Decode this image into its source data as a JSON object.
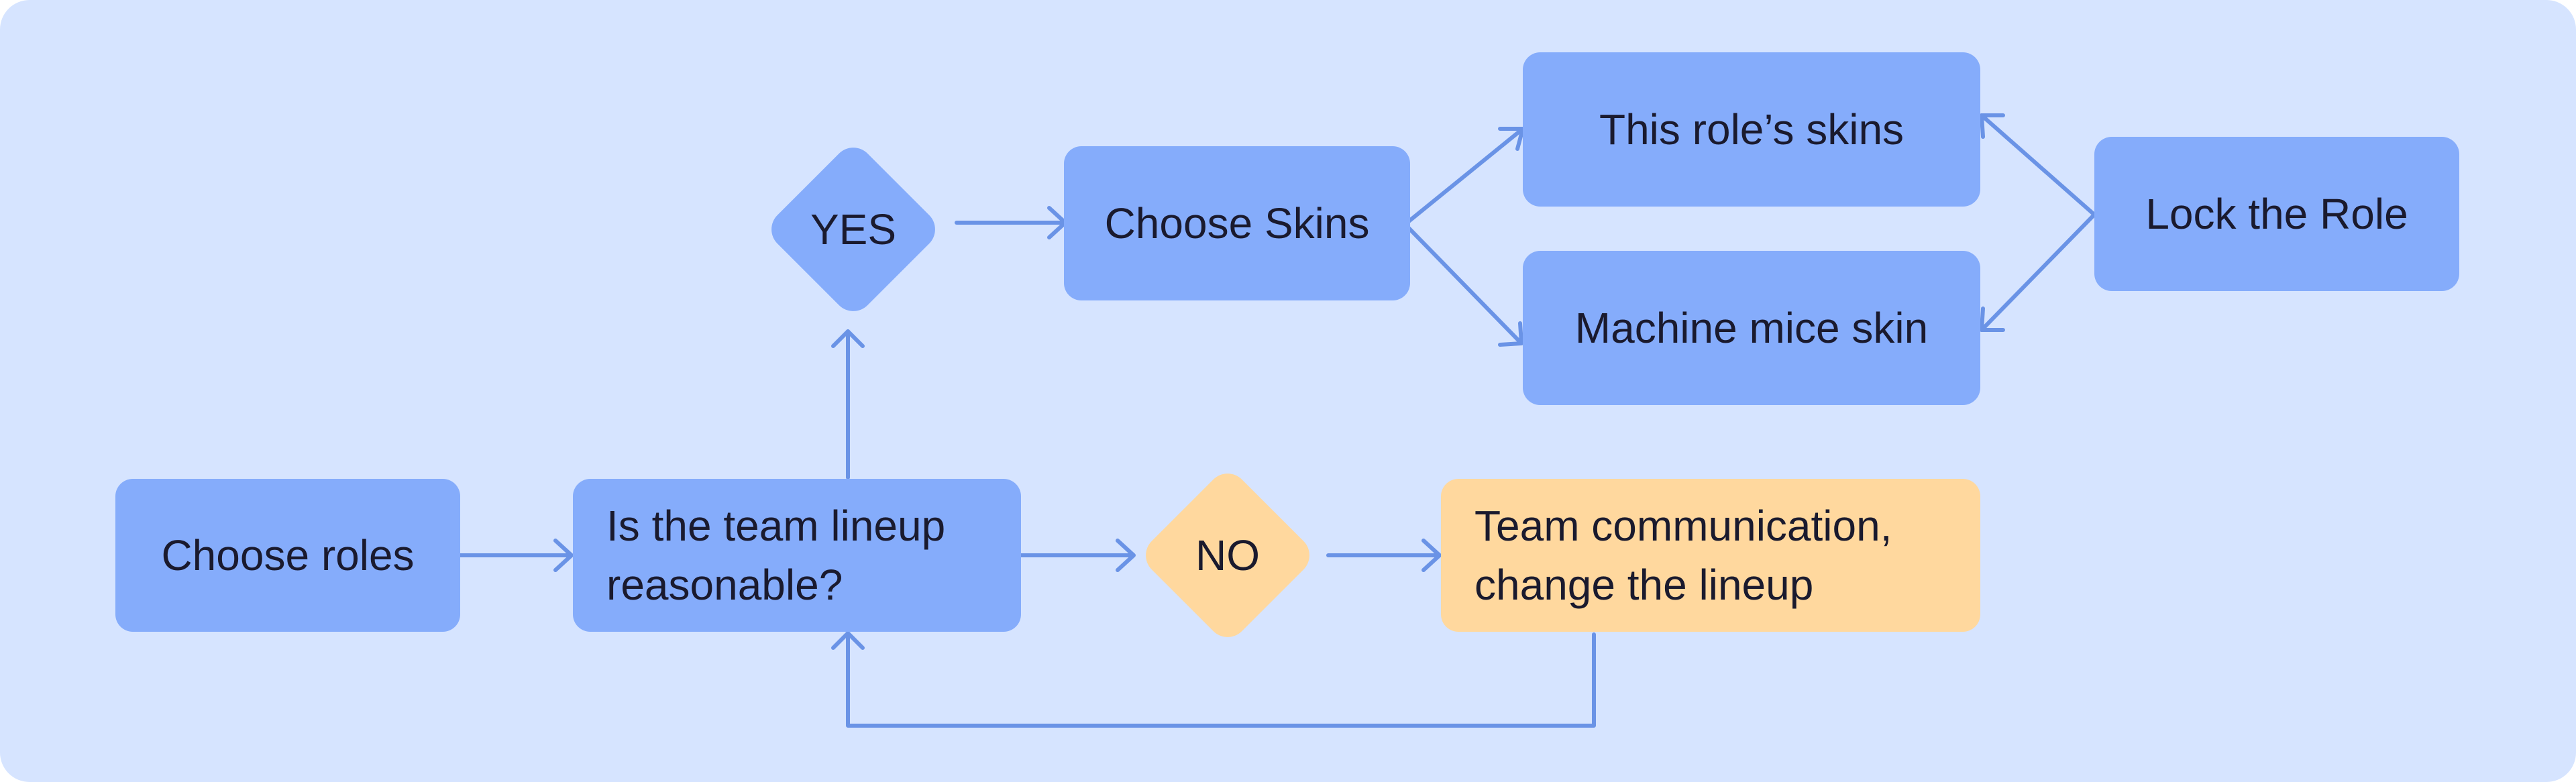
{
  "nodes": {
    "choose_roles": "Choose roles",
    "lineup_question_line1": "Is the team lineup",
    "lineup_question_line2": "reasonable?",
    "yes": "YES",
    "no": "NO",
    "choose_skins": "Choose Skins",
    "this_role_skins": "This role’s skins",
    "machine_mice_skin": "Machine mice skin",
    "lock_the_role": "Lock the Role",
    "team_comm_line1": "Team communication,",
    "team_comm_line2": "change the lineup"
  },
  "colors": {
    "background": "#d6e4ff",
    "process_box": "#85acfb",
    "alternate_box": "#ffd89e",
    "connector": "#6a93e6",
    "text": "#1a1a2e"
  }
}
